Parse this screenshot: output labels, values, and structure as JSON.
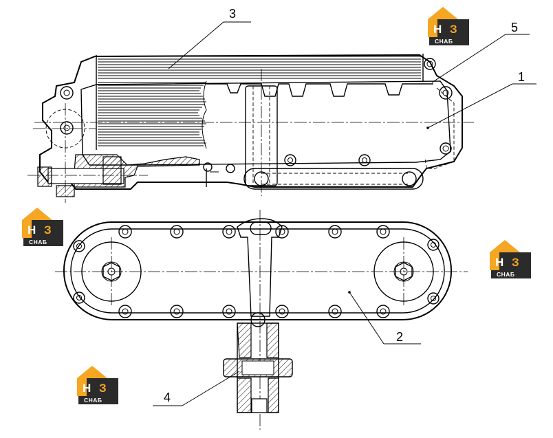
{
  "callouts": [
    {
      "id": "1",
      "label": "1"
    },
    {
      "id": "2",
      "label": "2"
    },
    {
      "id": "3",
      "label": "3"
    },
    {
      "id": "4",
      "label": "4"
    },
    {
      "id": "5",
      "label": "5"
    }
  ],
  "watermark": {
    "top_text": "НЗ",
    "bottom_text": "СНАБ",
    "colors": {
      "orange": "#f5a623",
      "dark": "#2b2b2b",
      "white": "#ffffff"
    }
  }
}
